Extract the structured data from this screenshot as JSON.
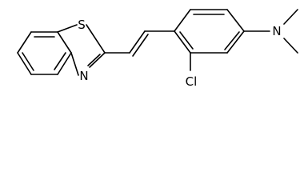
{
  "structure": {
    "atoms": {
      "sulfur": "S",
      "nitrogen_ring": "N",
      "chlorine": "Cl",
      "nitrogen_amine": "N"
    }
  }
}
